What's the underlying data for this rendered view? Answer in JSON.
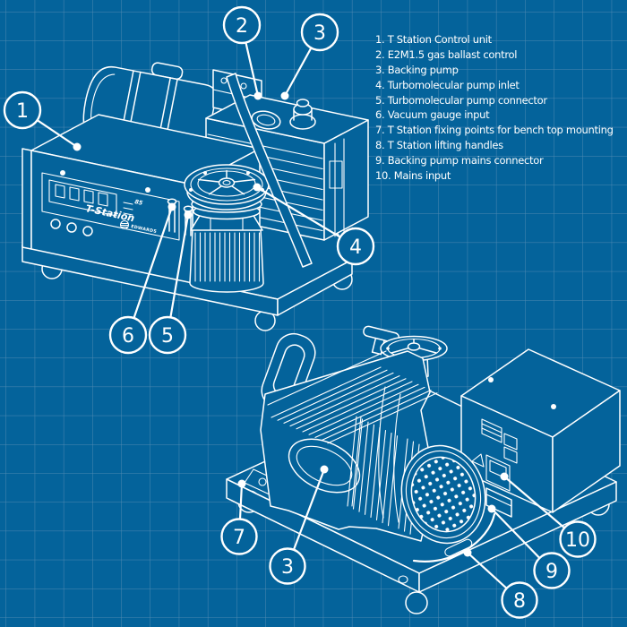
{
  "colors": {
    "background": "#04639b",
    "grid": "#4e89b2",
    "line": "#ffffff"
  },
  "legend": {
    "items": [
      "1. T Station Control unit",
      "2. E2M1.5 gas ballast control",
      "3. Backing pump",
      "4. Turbomolecular pump inlet",
      "5. Turbomolecular pump connector",
      "6. Vacuum gauge input",
      "7. T Station fixing points for bench top mounting",
      "8. T Station lifting handles",
      "9. Backing pump mains connector",
      "10. Mains input"
    ]
  },
  "callouts": [
    {
      "num": "1"
    },
    {
      "num": "2"
    },
    {
      "num": "3"
    },
    {
      "num": "4"
    },
    {
      "num": "5"
    },
    {
      "num": "6"
    },
    {
      "num": "7"
    },
    {
      "num": "3"
    },
    {
      "num": "8"
    },
    {
      "num": "9"
    },
    {
      "num": "10"
    }
  ],
  "machine_top": {
    "panel_label": "T-Station",
    "panel_label_sup": "85",
    "brand": "EDWARDS"
  }
}
